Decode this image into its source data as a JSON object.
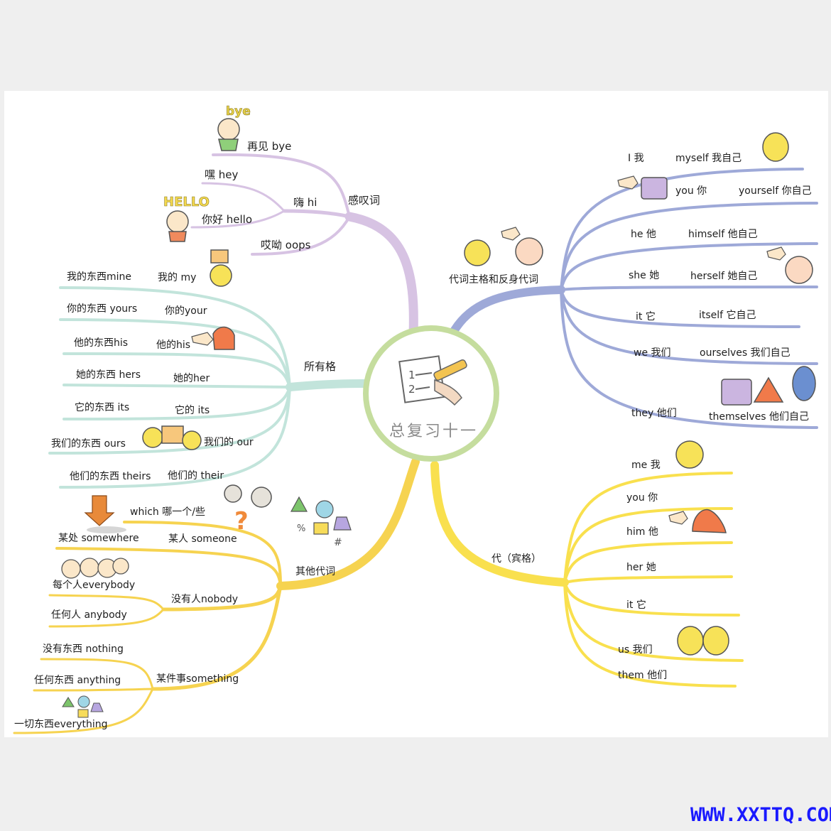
{
  "center": {
    "title": "总复习十一"
  },
  "branches": {
    "exclamations": {
      "label": "感叹词",
      "items": [
        "再见 bye",
        "嘿 hey",
        "嗨 hi",
        "你好 hello",
        "哎呦 oops"
      ]
    },
    "possessive": {
      "label": "所有格",
      "items": [
        {
          "pronoun": "我的东西mine",
          "adjective": "我的 my"
        },
        {
          "pronoun": "你的东西 yours",
          "adjective": "你的your"
        },
        {
          "pronoun": "他的东西his",
          "adjective": "他的his"
        },
        {
          "pronoun": "她的东西 hers",
          "adjective": "她的her"
        },
        {
          "pronoun": "它的东西 its",
          "adjective": "它的 its"
        },
        {
          "pronoun": "我们的东西 ours",
          "adjective": "我们的 our"
        },
        {
          "pronoun": "他们的东西 theirs",
          "adjective": "他们的 their"
        }
      ]
    },
    "subject_reflexive": {
      "label": "代词主格和反身代词",
      "items": [
        {
          "subject": "I 我",
          "reflexive": "myself 我自己"
        },
        {
          "subject": "you 你",
          "reflexive": "yourself 你自己"
        },
        {
          "subject": "he 他",
          "reflexive": "himself 他自己"
        },
        {
          "subject": "she 她",
          "reflexive": "herself 她自己"
        },
        {
          "subject": "it 它",
          "reflexive": "itself 它自己"
        },
        {
          "subject": "we 我们",
          "reflexive": "ourselves 我们自己"
        },
        {
          "subject": "they 他们",
          "reflexive": "themselves 他们自己"
        }
      ]
    },
    "objective": {
      "label": "代（宾格）",
      "items": [
        "me 我",
        "you 你",
        "him 他",
        "her 她",
        "it 它",
        "us 我们",
        "them 他们"
      ]
    },
    "other": {
      "label": "其他代词",
      "which": "which 哪一个/些",
      "somewhere": "某处 somewhere",
      "someone": "某人 someone",
      "nobody": "没有人nobody",
      "everybody": "每个人everybody",
      "anybody": "任何人 anybody",
      "something": "某件事something",
      "nothing": "没有东西 nothing",
      "anything": "任何东西 anything",
      "everything": "一切东西everything"
    }
  },
  "decor": {
    "bye_text": "bye",
    "hello_text": "HELLO",
    "doodle_marks": [
      "%",
      "#"
    ]
  },
  "watermark": "WWW.XXTTQ.COM",
  "colors": {
    "exclamations": "#d2bedf",
    "possessive": "#bfe3da",
    "subject_reflexive": "#9aa6d6",
    "objective": "#f8df4a",
    "other": "#f5d24d",
    "center_ring": "#c4dc9c",
    "watermark": "#1a1aff"
  }
}
